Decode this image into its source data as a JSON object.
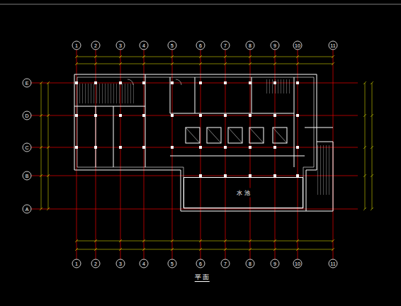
{
  "diagram": {
    "title": "平 面",
    "nodes": [
      {
        "text": [
          "水 池"
        ]
      }
    ],
    "labels": [
      "1",
      "2",
      "3",
      "4",
      "5",
      "6",
      "7",
      "8",
      "9",
      "10",
      "11",
      "1",
      "2",
      "3",
      "4",
      "5",
      "6",
      "7",
      "8",
      "9",
      "10",
      "11",
      "E",
      "D",
      "C",
      "B",
      "A"
    ]
  }
}
